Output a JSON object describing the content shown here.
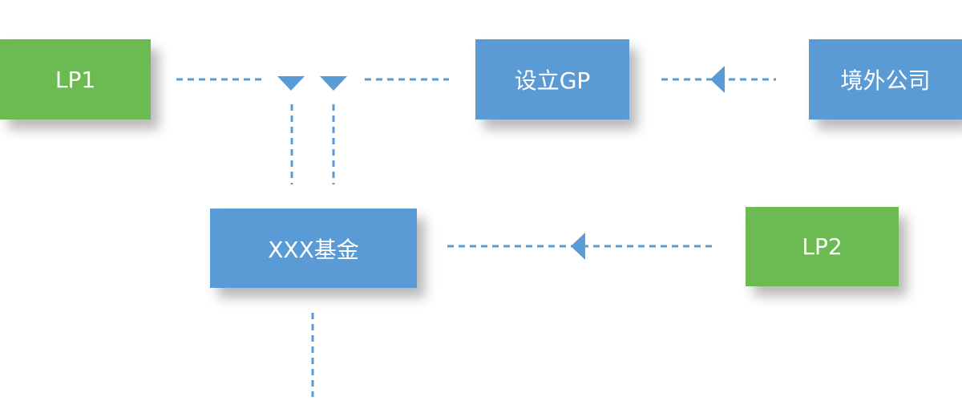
{
  "colors": {
    "lp_green": "#6cbb52",
    "entity_blue": "#5b9bd5",
    "connector": "#5b9bd5"
  },
  "nodes": {
    "lp1": {
      "label": "LP1",
      "color": "green"
    },
    "gp": {
      "label": "设立GP",
      "color": "blue"
    },
    "offshore": {
      "label": "境外公司",
      "color": "blue"
    },
    "fund": {
      "label": "XXX基金",
      "color": "blue"
    },
    "lp2": {
      "label": "LP2",
      "color": "green"
    }
  },
  "edges": [
    {
      "from": "lp1",
      "to": "fund"
    },
    {
      "from": "gp",
      "to": "fund"
    },
    {
      "from": "offshore",
      "to": "gp"
    },
    {
      "from": "lp2",
      "to": "fund"
    }
  ]
}
